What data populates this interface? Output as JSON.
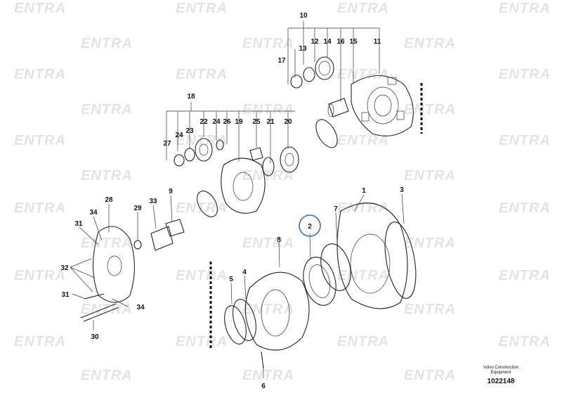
{
  "watermark": {
    "text": "ENTRA"
  },
  "callouts": [
    {
      "label": "10",
      "highlighted": false
    },
    {
      "label": "12",
      "highlighted": false
    },
    {
      "label": "13",
      "highlighted": false
    },
    {
      "label": "14",
      "highlighted": false
    },
    {
      "label": "16",
      "highlighted": false
    },
    {
      "label": "15",
      "highlighted": false
    },
    {
      "label": "11",
      "highlighted": false
    },
    {
      "label": "17",
      "highlighted": false
    },
    {
      "label": "18",
      "highlighted": false
    },
    {
      "label": "22",
      "highlighted": false
    },
    {
      "label": "23",
      "highlighted": false
    },
    {
      "label": "24",
      "highlighted": false
    },
    {
      "label": "26",
      "highlighted": false
    },
    {
      "label": "19",
      "highlighted": false
    },
    {
      "label": "25",
      "highlighted": false
    },
    {
      "label": "21",
      "highlighted": false
    },
    {
      "label": "20",
      "highlighted": false
    },
    {
      "label": "24",
      "highlighted": false
    },
    {
      "label": "27",
      "highlighted": false
    },
    {
      "label": "28",
      "highlighted": false
    },
    {
      "label": "34",
      "highlighted": false
    },
    {
      "label": "29",
      "highlighted": false
    },
    {
      "label": "33",
      "highlighted": false
    },
    {
      "label": "9",
      "highlighted": false
    },
    {
      "label": "31",
      "highlighted": false
    },
    {
      "label": "32",
      "highlighted": false
    },
    {
      "label": "31",
      "highlighted": false
    },
    {
      "label": "34",
      "highlighted": false
    },
    {
      "label": "30",
      "highlighted": false
    },
    {
      "label": "1",
      "highlighted": false
    },
    {
      "label": "3",
      "highlighted": false
    },
    {
      "label": "7",
      "highlighted": false
    },
    {
      "label": "2",
      "highlighted": true
    },
    {
      "label": "8",
      "highlighted": false
    },
    {
      "label": "5",
      "highlighted": false
    },
    {
      "label": "4",
      "highlighted": false
    },
    {
      "label": "6",
      "highlighted": false
    }
  ],
  "footer": {
    "source_line1": "Volvo Construction",
    "source_line2": "Equipment",
    "drawing_id": "1022148"
  },
  "colors": {
    "highlight_circle": "#3a6fa8",
    "watermark": "#e3e3e3",
    "line": "#222222"
  }
}
